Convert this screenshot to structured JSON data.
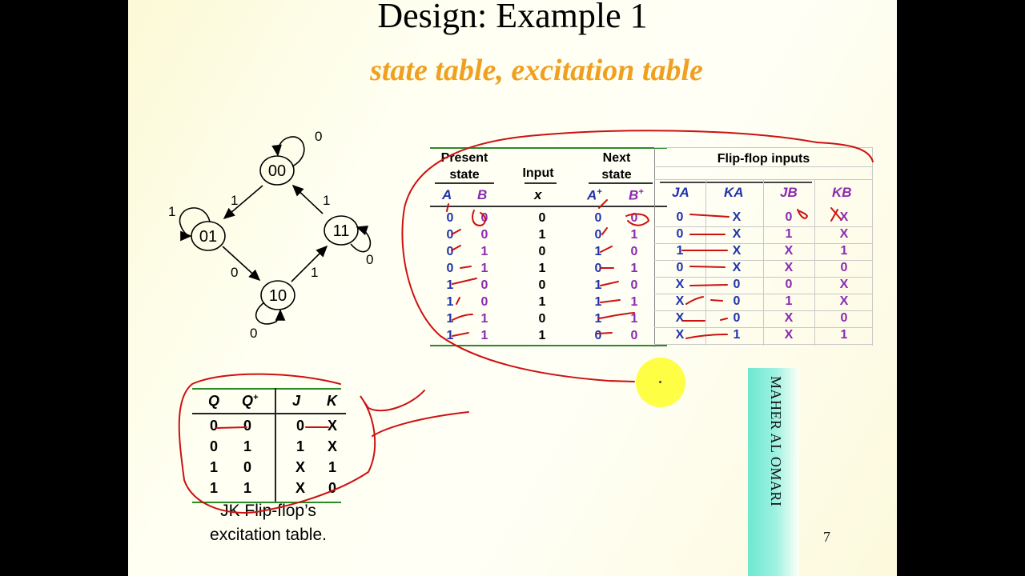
{
  "slide": {
    "title": "Design: Example 1",
    "subtitle": "state table, excitation table",
    "author": "MAHER AL OMARI",
    "page_number": "7",
    "colors": {
      "subtitle": "#f0a020",
      "blue_vars": "#2233aa",
      "purple_vars": "#8a2ab0",
      "rule_green": "#2a8a2a",
      "annotation_red": "#cc1111",
      "author_bar": "#6ee8d0"
    }
  },
  "state_diagram": {
    "nodes": [
      {
        "id": "00",
        "label": "00",
        "self_loop": "0"
      },
      {
        "id": "01",
        "label": "01",
        "self_loop": "1"
      },
      {
        "id": "10",
        "label": "10",
        "self_loop": "0"
      },
      {
        "id": "11",
        "label": "11",
        "self_loop": "0"
      }
    ],
    "edges": [
      {
        "from": "00",
        "to": "01",
        "label": "1"
      },
      {
        "from": "01",
        "to": "10",
        "label": "0"
      },
      {
        "from": "10",
        "to": "11",
        "label": "1"
      },
      {
        "from": "11",
        "to": "00",
        "label": "1"
      }
    ]
  },
  "state_table": {
    "group_headers": {
      "present": [
        "Present",
        "state"
      ],
      "input": "Input",
      "next": [
        "Next",
        "state"
      ],
      "ff": "Flip-flop inputs"
    },
    "columns": [
      "A",
      "B",
      "x",
      "A+",
      "B+",
      "JA",
      "KA",
      "JB",
      "KB"
    ],
    "column_labels": {
      "A": "A",
      "B": "B",
      "x": "x",
      "Ap": "A",
      "Bp": "B",
      "plus": "+",
      "JA": "JA",
      "KA": "KA",
      "JB": "JB",
      "KB": "KB"
    },
    "rows": [
      [
        "0",
        "0",
        "0",
        "0",
        "0",
        "0",
        "X",
        "0",
        "X"
      ],
      [
        "0",
        "0",
        "1",
        "0",
        "1",
        "0",
        "X",
        "1",
        "X"
      ],
      [
        "0",
        "1",
        "0",
        "1",
        "0",
        "1",
        "X",
        "X",
        "1"
      ],
      [
        "0",
        "1",
        "1",
        "0",
        "1",
        "0",
        "X",
        "X",
        "0"
      ],
      [
        "1",
        "0",
        "0",
        "1",
        "0",
        "X",
        "0",
        "0",
        "X"
      ],
      [
        "1",
        "0",
        "1",
        "1",
        "1",
        "X",
        "0",
        "1",
        "X"
      ],
      [
        "1",
        "1",
        "0",
        "1",
        "1",
        "X",
        "0",
        "X",
        "0"
      ],
      [
        "1",
        "1",
        "1",
        "0",
        "0",
        "X",
        "1",
        "X",
        "1"
      ]
    ]
  },
  "excitation_table": {
    "headers": {
      "Q": "Q",
      "Qp": "Q",
      "plus": "+",
      "J": "J",
      "K": "K"
    },
    "rows": [
      [
        "0",
        "0",
        "0",
        "X"
      ],
      [
        "0",
        "1",
        "1",
        "X"
      ],
      [
        "1",
        "0",
        "X",
        "1"
      ],
      [
        "1",
        "1",
        "X",
        "0"
      ]
    ],
    "caption_line1": "JK Flip-flop’s",
    "caption_line2": "excitation table."
  }
}
